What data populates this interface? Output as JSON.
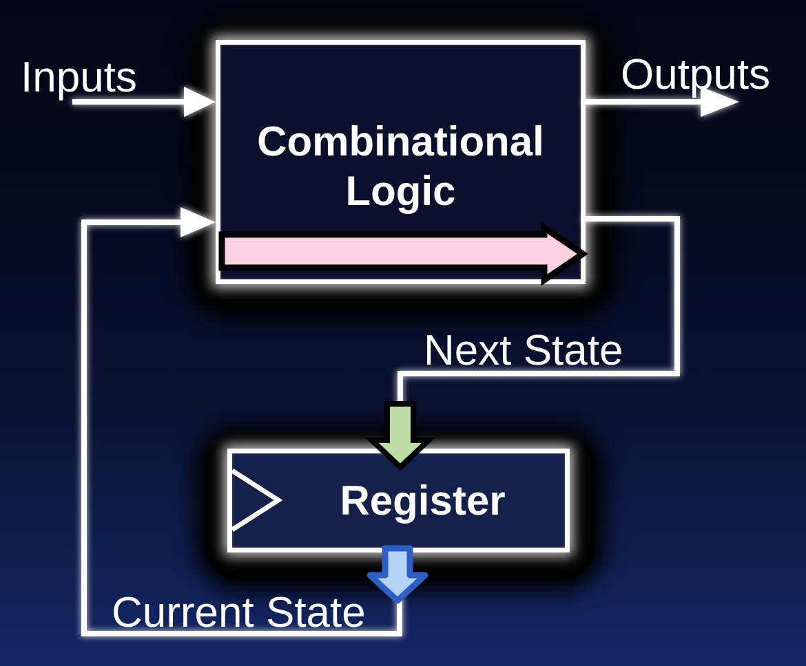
{
  "diagram": {
    "type": "finite-state-machine-block-diagram",
    "labels": {
      "inputs": "Inputs",
      "outputs": "Outputs",
      "next_state": "Next State",
      "current_state": "Current State",
      "combinational_logic": "Combinational\nLogic",
      "register": "Register"
    },
    "colors": {
      "background_top": "#020715",
      "background_bottom": "#142663",
      "combinational_box_fill": "#0a102b",
      "register_box_fill": "#141f4a",
      "box_border": "#ffffff",
      "wire": "#ffffff",
      "data_path_arrow_fill": "#f9d1e3",
      "data_path_arrow_stroke": "#000000",
      "next_state_arrow_fill": "#bddda5",
      "next_state_arrow_stroke": "#000000",
      "current_state_arrow_fill": "#b3d3f7",
      "current_state_arrow_stroke": "#2f5fc6"
    }
  }
}
